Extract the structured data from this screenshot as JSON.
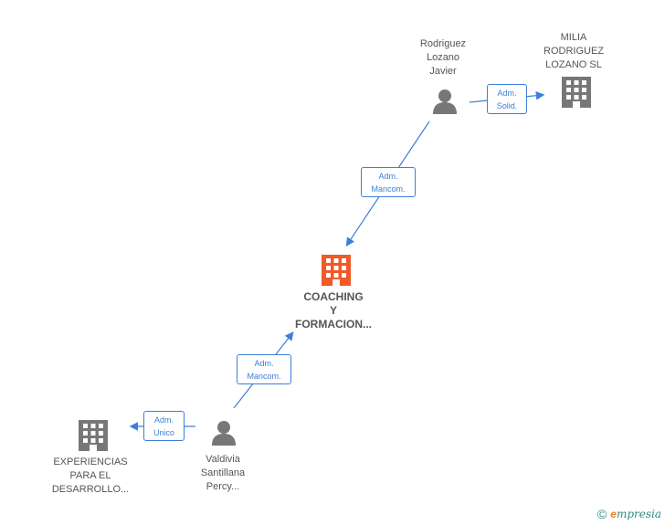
{
  "nodes": {
    "rodriguez": {
      "label": "Rodriguez\nLozano\nJavier",
      "icon": "person-icon"
    },
    "milia": {
      "label": "MILIA\nRODRIGUEZ\nLOZANO  SL",
      "icon": "building-icon"
    },
    "coaching": {
      "label": "COACHING\nY\nFORMACION...",
      "icon": "building-icon",
      "color": "#f05a28"
    },
    "valdivia": {
      "label": "Valdivia\nSantillana\nPercy...",
      "icon": "person-icon"
    },
    "experiencias": {
      "label": "EXPERIENCIAS\nPARA EL\nDESARROLLO...",
      "icon": "building-icon"
    }
  },
  "edges": {
    "rodriguez_milia": "Adm.\nSolid.",
    "rodriguez_coaching": "Adm.\nMancom.",
    "valdivia_coaching": "Adm.\nMancom.",
    "valdivia_experiencias": "Adm.\nUnico"
  },
  "colors": {
    "edge": "#3d7fd6",
    "node": "#777777",
    "highlight": "#f05a28"
  },
  "brand": {
    "copyright": "©",
    "name_first": "e",
    "name_rest": "mpresia"
  }
}
